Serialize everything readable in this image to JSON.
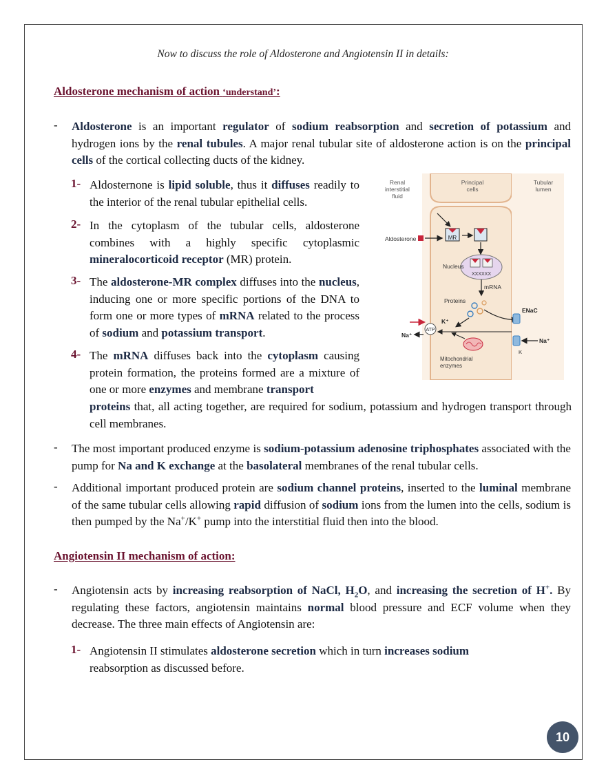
{
  "intro": "Now to discuss the role of Aldosterone and Angiotensin II in details:",
  "heading1": {
    "main": "Aldosterone mechanism of action",
    "note": "‘understand’",
    "colon": ":"
  },
  "p1": {
    "a": "Aldosterone",
    "b": " is an important ",
    "c": "regulator",
    "d": " of ",
    "e": "sodium reabsorption",
    "f": " and ",
    "g": "secretion of potassium",
    "h": " and hydrogen ions by the ",
    "i": "renal tubules",
    "j": ". A major renal tubular site of aldosterone action is on the ",
    "k": "principal cells",
    "l": " of the cortical collecting ducts of the kidney."
  },
  "steps": [
    {
      "num": "1-",
      "parts": [
        "Aldosternone is ",
        "lipid soluble",
        ", thus it ",
        "diffuses",
        " readily to the interior of the renal tubular epithelial cells."
      ]
    },
    {
      "num": "2-",
      "parts": [
        "In the cytoplasm of the tubular cells, aldosterone combines with a highly specific cytoplasmic ",
        "mineralocorticoid receptor",
        " (MR) protein."
      ]
    },
    {
      "num": "3-",
      "parts": [
        "The ",
        "aldosterone-MR complex",
        " diffuses into the ",
        "nucleus",
        ", inducing one or more specific portions of the DNA to form one or more types of ",
        "mRNA",
        " related to the process of ",
        "sodium",
        " and ",
        "potassium transport",
        "."
      ]
    },
    {
      "num": "4-",
      "parts": [
        "The ",
        "mRNA",
        " diffuses back into the ",
        "cytoplasm",
        " causing protein formation, the proteins formed are a mixture of one or more ",
        "enzymes",
        " and membrane ",
        "transport",
        "proteins",
        " that, all acting together, are required for  sodium, potassium and hydrogen transport through cell membranes."
      ]
    }
  ],
  "p2": {
    "a": "The most important produced enzyme is ",
    "b": "sodium-potassium adenosine triphosphates",
    "c": " associated with the pump for ",
    "d": "Na and K exchange",
    "e": " at the ",
    "f": "basolateral",
    "g": " membranes of the renal tubular cells."
  },
  "p3": {
    "a": "Additional important produced protein are ",
    "b": "sodium channel proteins",
    "c": ", inserted to the ",
    "d": "luminal",
    "e": " membrane of the same tubular cells allowing ",
    "f": "rapid",
    "g": " diffusion of ",
    "h": "sodium",
    "i": " ions from the lumen into the cells, sodium is then pumped by the Na",
    "j": "+",
    "k": "/K",
    "l": "+",
    "m": " pump into the interstitial fluid then into the blood."
  },
  "heading2": "Angiotensin II mechanism of action:",
  "p4": {
    "a": "Angiotensin acts by ",
    "b": "increasing reabsorption of NaCl, H",
    "b2": "2",
    "b3": "O",
    "c": ", and ",
    "d": "increasing the secretion of H",
    "d2": "+",
    "d3": ".",
    "e": " By regulating these factors, angiotensin maintains ",
    "f": "normal",
    "g": " blood pressure and ECF volume when they decrease. The three main effects of Angiotensin are:"
  },
  "step5": {
    "num": "1-",
    "a": "Angiotensin II stimulates ",
    "b": "aldosterone secretion",
    "c": " which in turn ",
    "d": "increases sodium",
    "e": " reabsorption as discussed before."
  },
  "dash": "-",
  "page_number": "10",
  "figure": {
    "renal_interstitial": [
      "Renal",
      "interstitial",
      "fluid"
    ],
    "principal": [
      "Principal",
      "cells"
    ],
    "tubular": [
      "Tubular",
      "lumen"
    ],
    "aldosterone": "Aldosterone",
    "mr": "MR",
    "nucleus": "Nucleus",
    "dna": "XXXXXX",
    "mrna": "mRNA",
    "proteins": "Proteins",
    "enac": "ENaC",
    "k_plus": "K⁺",
    "na_plus_left": "Na⁺",
    "na_plus_right": "Na⁺",
    "k_right": "K",
    "atp": "ATP",
    "mito": [
      "Mitochondrial",
      "enzymes"
    ],
    "colors": {
      "cell_fill": "#f7e7d4",
      "cell_stroke": "#e2b48e",
      "accent": "#c8253a",
      "blue": "#3a7fc0"
    }
  }
}
